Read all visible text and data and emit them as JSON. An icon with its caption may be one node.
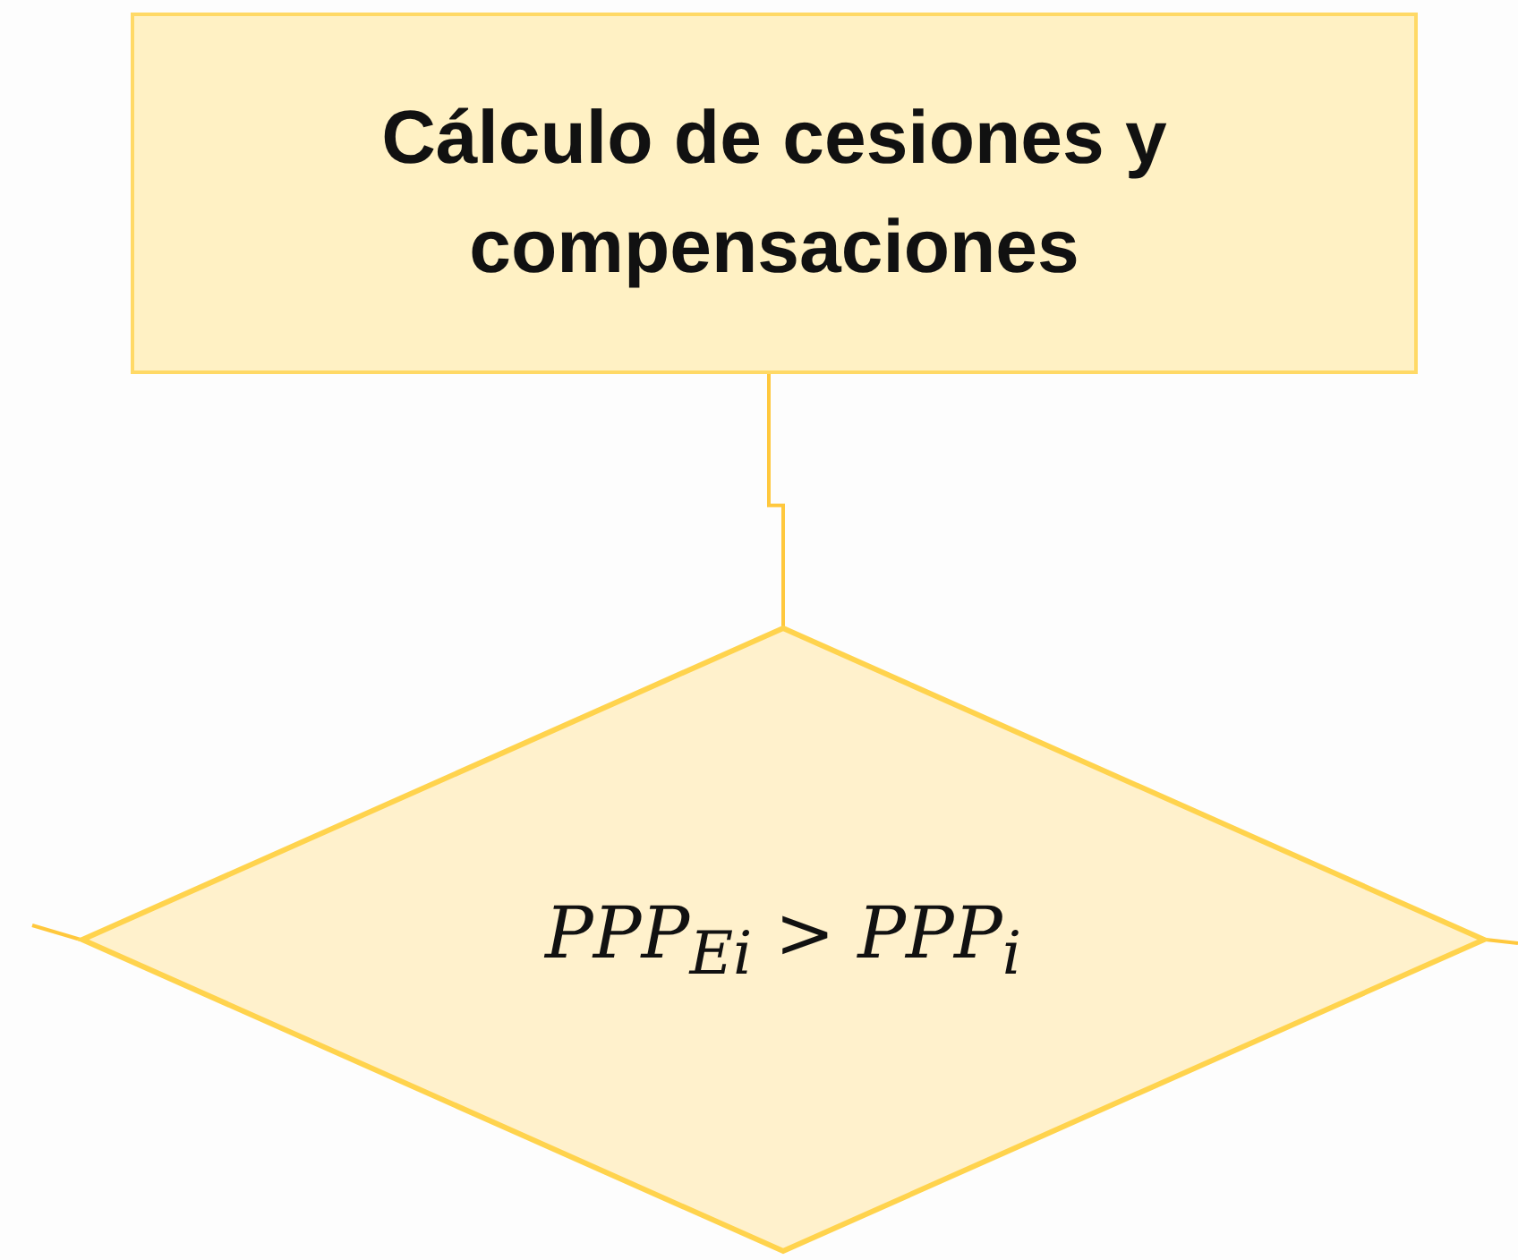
{
  "diagram": {
    "nodes": [
      {
        "text": [
          "Cálculo de cesiones y compensaciones"
        ]
      },
      {
        "text": [
          "PPP$_{Ei}$ > PPP$_{i}$"
        ]
      }
    ],
    "edges": [
      {
        "from": 0,
        "to": 1,
        "arrow": "none"
      },
      {
        "from": 1,
        "to": null,
        "arrow": "none"
      },
      {
        "from": 1,
        "to": null,
        "arrow": "none"
      }
    ]
  }
}
